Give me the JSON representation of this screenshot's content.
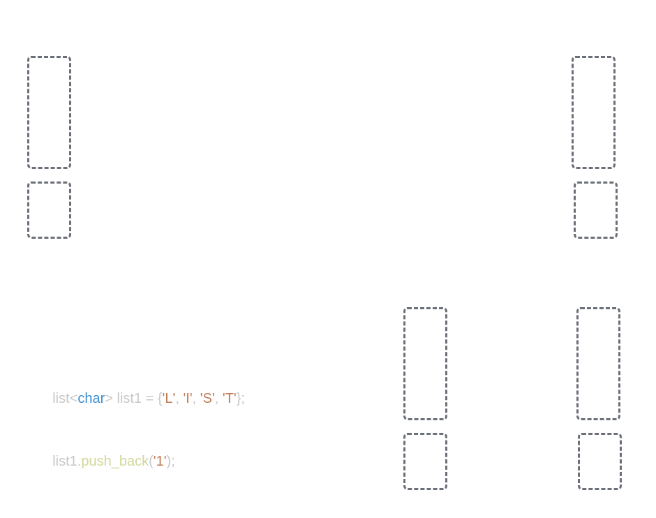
{
  "code": {
    "colors": {
      "plain": "#c8c8c8",
      "keyword": "#3d8fd1",
      "string": "#c27a55",
      "function": "#d2d79a"
    },
    "lines": [
      [
        {
          "text": "list<",
          "kind": "plain"
        },
        {
          "text": "char",
          "kind": "keyword"
        },
        {
          "text": "> list1 = {",
          "kind": "plain"
        },
        {
          "text": "'L'",
          "kind": "string"
        },
        {
          "text": ", ",
          "kind": "plain"
        },
        {
          "text": "'I'",
          "kind": "string"
        },
        {
          "text": ", ",
          "kind": "plain"
        },
        {
          "text": "'S'",
          "kind": "string"
        },
        {
          "text": ", ",
          "kind": "plain"
        },
        {
          "text": "'T'",
          "kind": "string"
        },
        {
          "text": "};",
          "kind": "plain"
        }
      ],
      [
        {
          "text": "list1.",
          "kind": "plain"
        },
        {
          "text": "push_back",
          "kind": "function"
        },
        {
          "text": "(",
          "kind": "plain"
        },
        {
          "text": "'1'",
          "kind": "string"
        },
        {
          "text": ");",
          "kind": "plain"
        }
      ]
    ]
  },
  "placeholder_color": "#6b6f78"
}
